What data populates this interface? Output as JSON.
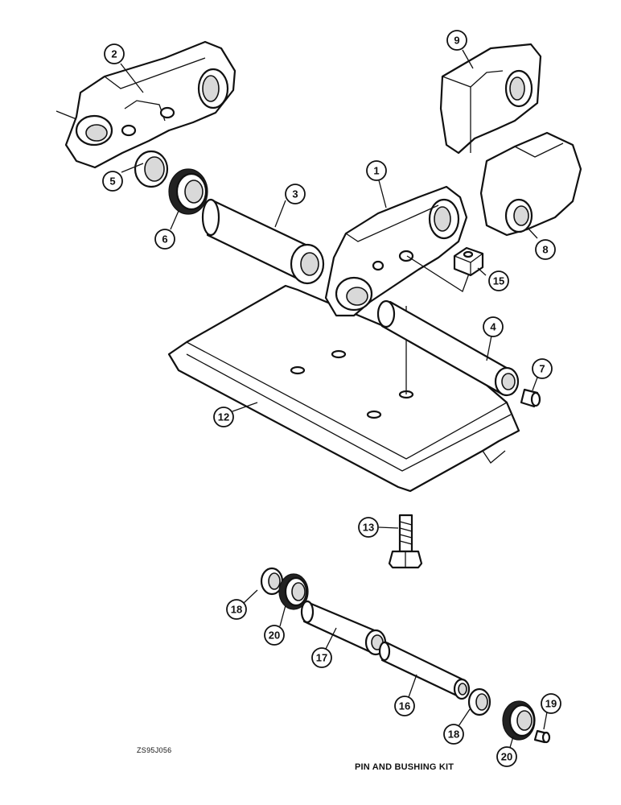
{
  "figure_code": "ZS95J056",
  "caption": "PIN AND BUSHING KIT",
  "callouts": [
    "1",
    "2",
    "3",
    "4",
    "5",
    "6",
    "7",
    "8",
    "9",
    "12",
    "13",
    "15",
    "16",
    "17",
    "18",
    "18",
    "19",
    "20",
    "20"
  ]
}
